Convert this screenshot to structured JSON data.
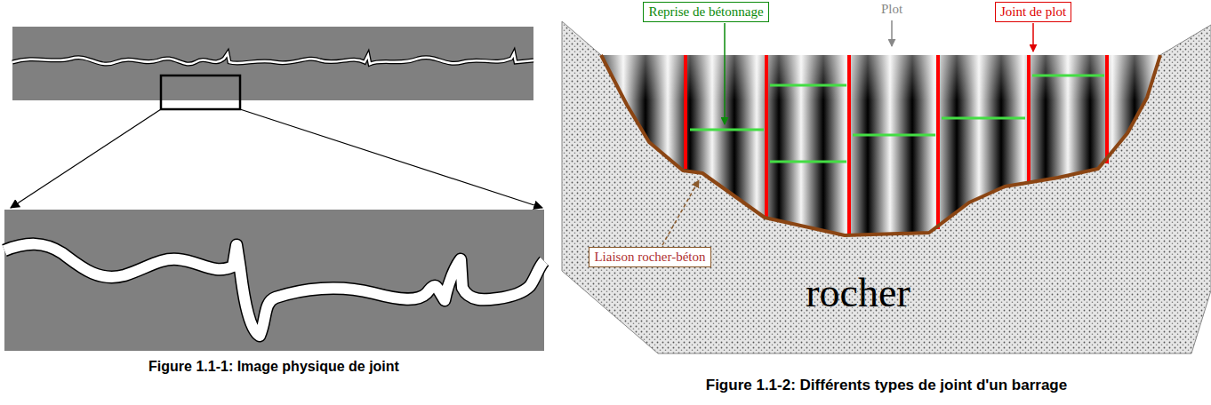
{
  "diagram": {
    "nodes": [
      {
        "text": [
          "Reprise de bétonnage"
        ]
      },
      {
        "text": [
          "Joint de plot"
        ]
      },
      {
        "text": [
          "Liaison rocher-béton"
        ]
      }
    ],
    "labels": [
      "Plot",
      "rocher",
      "Figure 1.1-1: Image physique de joint",
      "Figure 1.1-2: Différents types de joint d'un barrage"
    ]
  }
}
